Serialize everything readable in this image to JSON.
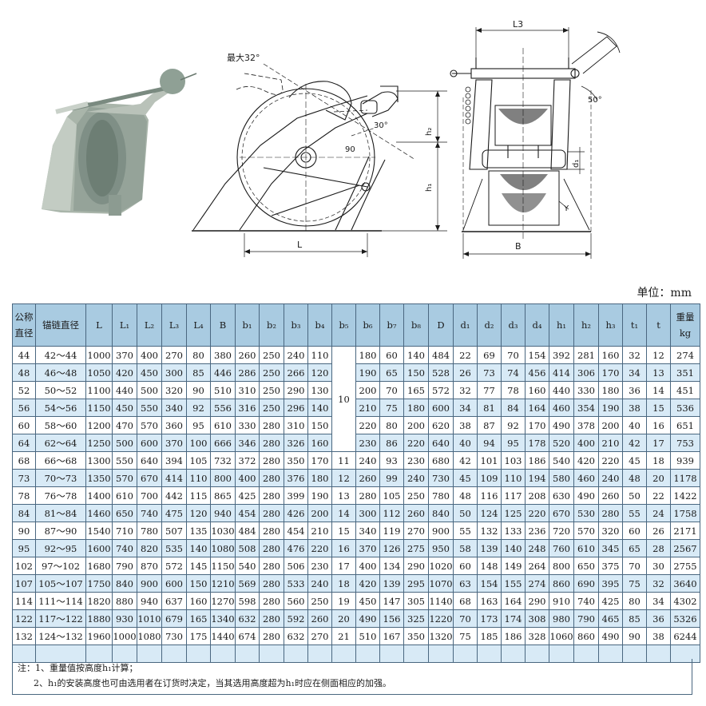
{
  "drawing_labels": {
    "max32": "最大32°",
    "angle30": "30°",
    "dim90": "90",
    "h2": "h₂",
    "h1": "h₁",
    "L": "L",
    "L3": "L3",
    "angle50": "50°",
    "d1": "d₁",
    "Y": "Y",
    "B": "B"
  },
  "unit": "单位：mm",
  "table": {
    "headers": [
      "公称直径",
      "锚链直径",
      "L",
      "L₁",
      "L₂",
      "L₃",
      "L₄",
      "B",
      "b₁",
      "b₂",
      "b₃",
      "b₄",
      "b₅",
      "b₆",
      "b₇",
      "b₈",
      "D",
      "d₁",
      "d₂",
      "d₃",
      "d₄",
      "h₁",
      "h₂",
      "h₃",
      "t₁",
      "t",
      "重量kg"
    ],
    "header_display": {
      "nominal_line1": "公称",
      "nominal_line2": "直径",
      "weight_line1": "重量",
      "weight_line2": "kg"
    },
    "b5_merged_value": "10",
    "rows": [
      [
        "44",
        "42～44",
        "1000",
        "370",
        "400",
        "270",
        "80",
        "380",
        "260",
        "250",
        "240",
        "110",
        "",
        "180",
        "60",
        "140",
        "484",
        "22",
        "69",
        "70",
        "154",
        "392",
        "281",
        "160",
        "32",
        "12",
        "274"
      ],
      [
        "48",
        "46～48",
        "1050",
        "420",
        "450",
        "300",
        "85",
        "446",
        "286",
        "250",
        "266",
        "120",
        "",
        "190",
        "65",
        "150",
        "528",
        "26",
        "73",
        "74",
        "456",
        "414",
        "306",
        "170",
        "34",
        "13",
        "351"
      ],
      [
        "52",
        "50～52",
        "1100",
        "440",
        "500",
        "320",
        "90",
        "510",
        "310",
        "250",
        "290",
        "130",
        "",
        "200",
        "70",
        "165",
        "572",
        "32",
        "77",
        "78",
        "160",
        "440",
        "330",
        "180",
        "36",
        "14",
        "451"
      ],
      [
        "56",
        "54～56",
        "1150",
        "450",
        "550",
        "340",
        "92",
        "556",
        "316",
        "250",
        "296",
        "140",
        "",
        "210",
        "75",
        "180",
        "600",
        "34",
        "81",
        "84",
        "164",
        "460",
        "354",
        "190",
        "38",
        "15",
        "536"
      ],
      [
        "60",
        "58～60",
        "1200",
        "470",
        "570",
        "360",
        "95",
        "610",
        "330",
        "280",
        "310",
        "150",
        "",
        "220",
        "80",
        "200",
        "620",
        "38",
        "87",
        "92",
        "170",
        "490",
        "378",
        "200",
        "40",
        "16",
        "651"
      ],
      [
        "64",
        "62～64",
        "1250",
        "500",
        "600",
        "370",
        "100",
        "666",
        "346",
        "280",
        "326",
        "160",
        "",
        "230",
        "86",
        "220",
        "640",
        "40",
        "94",
        "95",
        "178",
        "520",
        "400",
        "210",
        "42",
        "17",
        "753"
      ],
      [
        "68",
        "66～68",
        "1300",
        "550",
        "640",
        "394",
        "105",
        "732",
        "372",
        "280",
        "350",
        "170",
        "11",
        "240",
        "93",
        "230",
        "680",
        "42",
        "101",
        "103",
        "186",
        "540",
        "420",
        "220",
        "45",
        "18",
        "939"
      ],
      [
        "73",
        "70～73",
        "1350",
        "570",
        "670",
        "414",
        "110",
        "800",
        "400",
        "280",
        "376",
        "180",
        "12",
        "260",
        "99",
        "240",
        "730",
        "45",
        "109",
        "110",
        "194",
        "580",
        "460",
        "240",
        "48",
        "20",
        "1178"
      ],
      [
        "78",
        "76～78",
        "1400",
        "610",
        "700",
        "442",
        "115",
        "865",
        "425",
        "280",
        "399",
        "190",
        "13",
        "280",
        "105",
        "250",
        "780",
        "48",
        "116",
        "117",
        "208",
        "630",
        "490",
        "260",
        "50",
        "22",
        "1422"
      ],
      [
        "84",
        "81～84",
        "1460",
        "650",
        "740",
        "475",
        "120",
        "940",
        "454",
        "280",
        "426",
        "200",
        "14",
        "300",
        "112",
        "260",
        "840",
        "50",
        "124",
        "125",
        "220",
        "670",
        "530",
        "280",
        "55",
        "24",
        "1758"
      ],
      [
        "90",
        "87～90",
        "1540",
        "710",
        "780",
        "507",
        "135",
        "1030",
        "484",
        "280",
        "454",
        "210",
        "15",
        "340",
        "119",
        "270",
        "900",
        "55",
        "132",
        "133",
        "236",
        "720",
        "570",
        "320",
        "60",
        "26",
        "2171"
      ],
      [
        "95",
        "92～95",
        "1600",
        "740",
        "820",
        "535",
        "140",
        "1080",
        "508",
        "280",
        "476",
        "220",
        "16",
        "370",
        "126",
        "275",
        "950",
        "58",
        "139",
        "140",
        "248",
        "760",
        "610",
        "345",
        "65",
        "28",
        "2567"
      ],
      [
        "102",
        "97～102",
        "1680",
        "790",
        "870",
        "572",
        "145",
        "1150",
        "540",
        "280",
        "506",
        "230",
        "17",
        "400",
        "134",
        "290",
        "1020",
        "60",
        "148",
        "149",
        "264",
        "800",
        "650",
        "375",
        "70",
        "30",
        "2755"
      ],
      [
        "107",
        "105～107",
        "1750",
        "840",
        "900",
        "600",
        "150",
        "1210",
        "569",
        "280",
        "533",
        "240",
        "18",
        "420",
        "139",
        "295",
        "1070",
        "63",
        "154",
        "155",
        "274",
        "860",
        "690",
        "395",
        "75",
        "32",
        "3640"
      ],
      [
        "114",
        "111～114",
        "1820",
        "880",
        "940",
        "637",
        "160",
        "1270",
        "598",
        "280",
        "560",
        "250",
        "19",
        "450",
        "147",
        "305",
        "1140",
        "68",
        "163",
        "164",
        "290",
        "910",
        "740",
        "425",
        "80",
        "34",
        "4302"
      ],
      [
        "122",
        "117～122",
        "1880",
        "930",
        "1010",
        "679",
        "165",
        "1340",
        "632",
        "280",
        "592",
        "260",
        "20",
        "490",
        "156",
        "325",
        "1220",
        "70",
        "173",
        "174",
        "308",
        "980",
        "790",
        "465",
        "85",
        "36",
        "5326"
      ],
      [
        "132",
        "124～132",
        "1960",
        "1000",
        "1080",
        "730",
        "175",
        "1440",
        "674",
        "280",
        "632",
        "270",
        "21",
        "510",
        "167",
        "350",
        "1320",
        "75",
        "185",
        "186",
        "328",
        "1060",
        "860",
        "490",
        "90",
        "38",
        "6244"
      ]
    ]
  },
  "notes": {
    "line1": "注：1、重量值按高度h₁计算；",
    "line2": "2、h₁的安装高度也可由选用者在订货时决定，当其选用高度超为h₁时应在侧面相应的加强。"
  }
}
